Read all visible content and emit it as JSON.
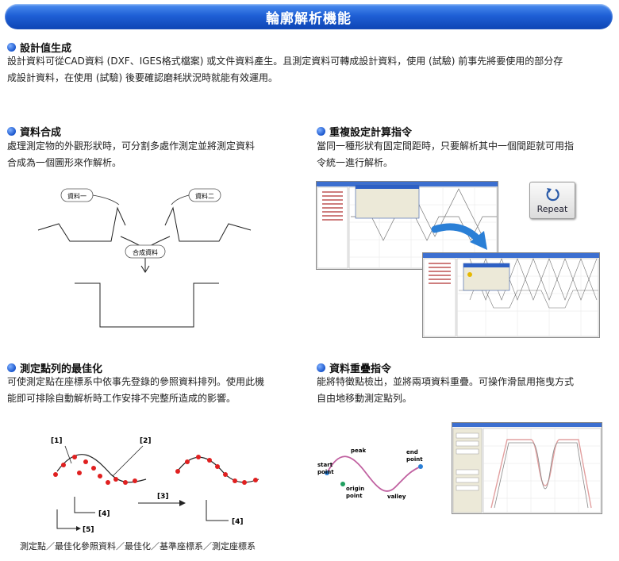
{
  "banner": {
    "title": "輪廓解析機能"
  },
  "sections": {
    "design_value": {
      "title": "設計值生成",
      "lines": [
        "設計資料可從CAD資料 (DXF、IGES格式檔案) 或文件資料產生。且測定資料可轉成設計資料，使用 (試驗) 前事先將要使用的部分存",
        "成設計資料，在使用 (試驗) 後要確認磨耗狀況時就能有效運用。"
      ]
    },
    "data_merge": {
      "title": "資料合成",
      "lines": [
        "處理測定物的外觀形狀時，可分割多處作測定並將測定資料",
        "合成為一個圖形來作解析。"
      ],
      "figure": {
        "label_a": "資料一",
        "label_b": "資料二",
        "label_merge": "合成資料"
      }
    },
    "repeat_calc": {
      "title": "重複設定計算指令",
      "lines": [
        "當同一種形狀有固定間距時，只要解析其中一個間距就可用指",
        "令統一進行解析。"
      ],
      "button_label": "Repeat"
    },
    "optimize": {
      "title": "測定點列的最佳化",
      "lines": [
        "可使測定點在座標系中依事先登錄的參照資料排列。使用此機",
        "能即可排除自動解析時工作安排不完整所造成的影響。"
      ],
      "figure": {
        "m1": "[1]",
        "m2": "[2]",
        "m3": "[3]",
        "m4a": "[4]",
        "m4b": "[4]",
        "m5": "[5]"
      },
      "caption": "測定點／最佳化參照資料／最佳化／基準座標系／測定座標系"
    },
    "overlay": {
      "title": "資料重疊指令",
      "lines": [
        "能將特徵點檢出，並將兩項資料重疊。可操作滑鼠用拖曳方式",
        "自由地移動測定點列。"
      ],
      "figure": {
        "start": "start",
        "start2": "point",
        "peak": "peak",
        "end": "end",
        "end2": "point",
        "origin": "origin",
        "origin2": "point",
        "valley": "valley"
      }
    }
  },
  "colors": {
    "banner": "#1f60d6",
    "bullet": "#1a56cc",
    "points": "#e02020",
    "arrow": "#2a7fd6"
  }
}
